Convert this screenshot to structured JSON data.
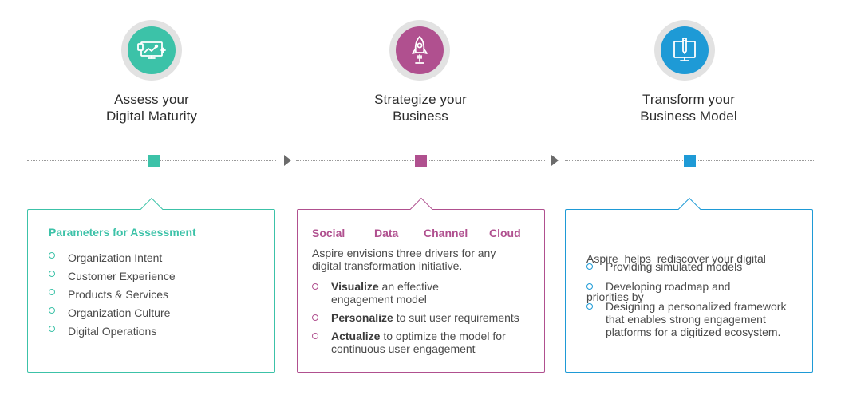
{
  "steps": [
    {
      "title_line1": "Assess your",
      "title_line2": "Digital Maturity",
      "icon": "monitor-chart-icon",
      "color": "#3cc2a8"
    },
    {
      "title_line1": "Strategize your",
      "title_line2": "Business",
      "icon": "rocket-icon",
      "color": "#b0508f"
    },
    {
      "title_line1": "Transform your",
      "title_line2": "Business Model",
      "icon": "tablet-pen-icon",
      "color": "#1e9ad6"
    }
  ],
  "card1": {
    "heading": "Parameters for Assessment",
    "items": [
      "Organization Intent",
      "Customer Experience",
      "Products & Services",
      "Organization Culture",
      "Digital Operations"
    ]
  },
  "card2": {
    "drivers": [
      "Social",
      "Data",
      "Channel",
      "Cloud"
    ],
    "intro_line1": "Aspire envisions three drivers for any",
    "intro_line2": "digital transformation initiative.",
    "items": [
      {
        "bold": "Visualize",
        "rest_line1": " an effective",
        "rest_line2": "engagement model"
      },
      {
        "bold": "Personalize",
        "rest_line1": " to suit user requirements",
        "rest_line2": ""
      },
      {
        "bold": "Actualize",
        "rest_line1": " to optimize the model for",
        "rest_line2": "continuous user engagement"
      }
    ]
  },
  "card3": {
    "intro_line1": "Aspire  helps  rediscover your digital",
    "intro_line2": "priorities by",
    "items": [
      {
        "line1": "Providing simulated models",
        "line2": "",
        "line3": ""
      },
      {
        "line1": "Developing roadmap and",
        "line2": "",
        "line3": ""
      },
      {
        "line1": "Designing a personalized framework",
        "line2": "that enables strong engagement",
        "line3": "platforms for a digitized ecosystem."
      }
    ]
  },
  "colors": {
    "teal": "#3cc2a8",
    "magenta": "#b0508f",
    "blue": "#1e9ad6",
    "ring": "#e2e2e2"
  }
}
